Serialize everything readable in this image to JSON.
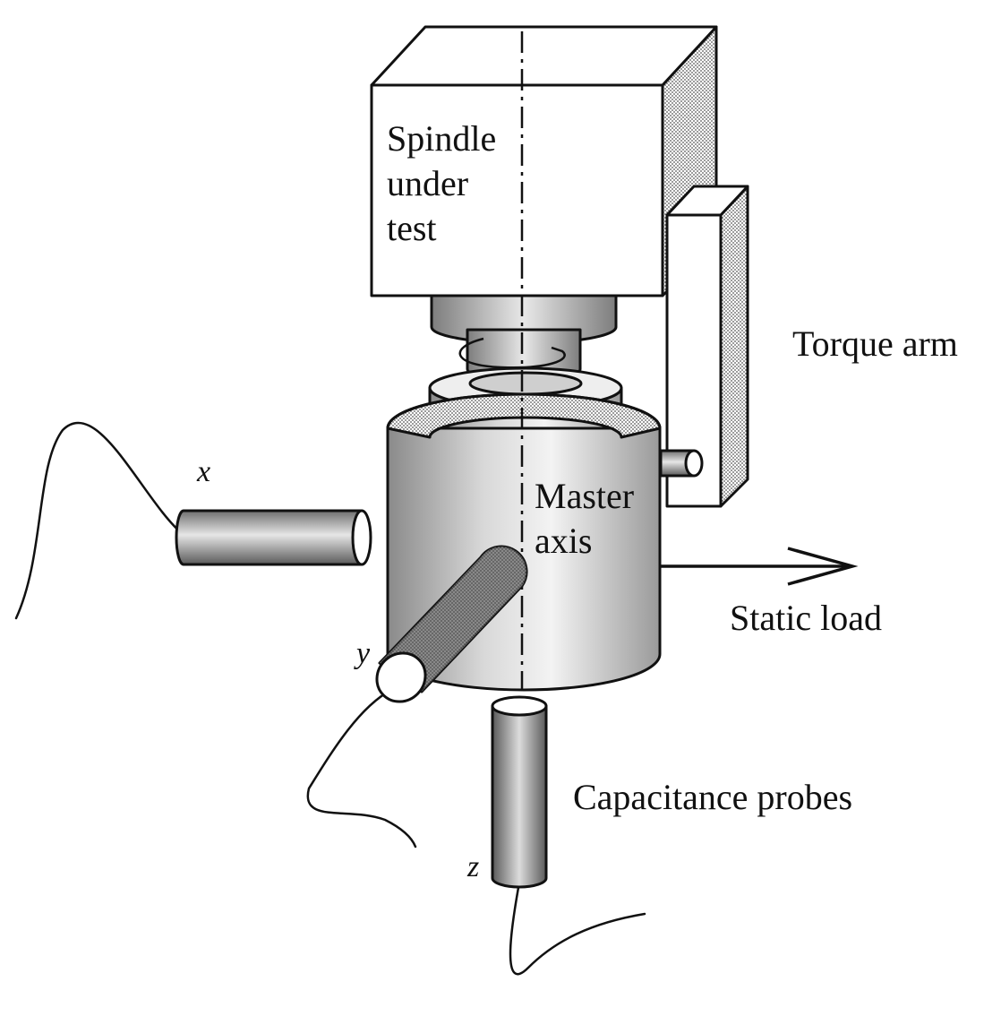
{
  "labels": {
    "spindle_line1": "Spindle",
    "spindle_line2": "under",
    "spindle_line3": "test",
    "torque_arm": "Torque arm",
    "master_line1": "Master",
    "master_line2": "axis",
    "static_load": "Static load",
    "capacitance_probes": "Capacitance probes",
    "axis_x": "x",
    "axis_y": "y",
    "axis_z": "z"
  }
}
